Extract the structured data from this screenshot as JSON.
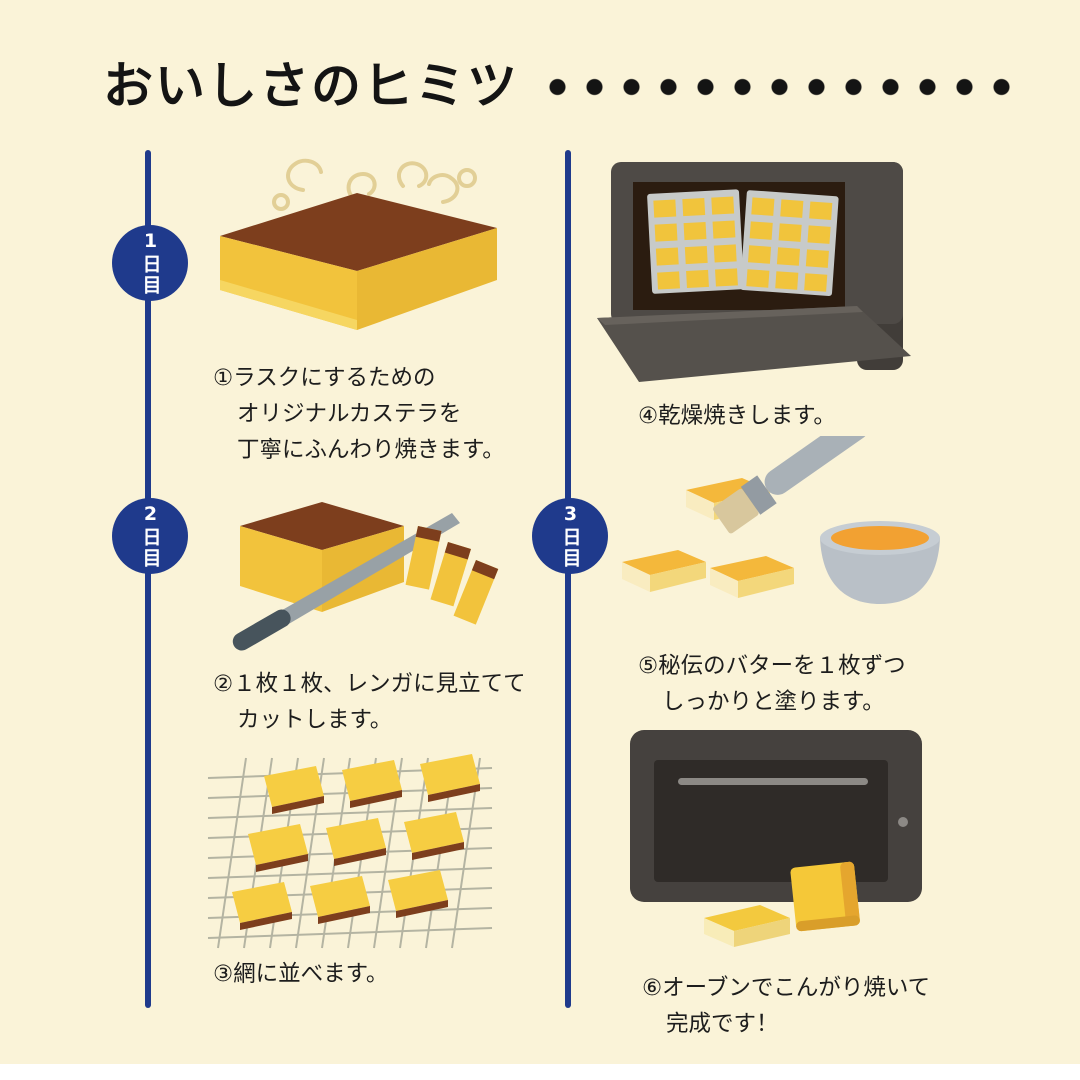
{
  "page": {
    "title": "おいしさのヒミツ",
    "title_dots": "・・・・・・・・・・・・・"
  },
  "days": [
    {
      "label": "1日目"
    },
    {
      "label": "2日目"
    },
    {
      "label": "3日目"
    }
  ],
  "steps": [
    {
      "illustration": "baked-castella-with-steam",
      "lines": [
        "①ラスクにするための",
        "オリジナルカステラを",
        "丁寧にふんわり焼きます。"
      ]
    },
    {
      "illustration": "castella-sliced-with-knife",
      "lines": [
        "②１枚１枚、レンガに見立てて",
        "カットします。"
      ]
    },
    {
      "illustration": "slices-on-wire-rack",
      "lines": [
        "③網に並べます。"
      ]
    },
    {
      "illustration": "oven-dry-baking-trays",
      "lines": [
        "④乾燥焼きします。"
      ]
    },
    {
      "illustration": "butter-brushing-with-bowl",
      "lines": [
        "⑤秘伝のバターを１枚ずつ",
        "しっかりと塗ります。"
      ]
    },
    {
      "illustration": "oven-final-bake-finished-rusk",
      "lines": [
        "⑥オーブンでこんがり焼いて",
        "完成です！"
      ]
    }
  ],
  "colors": {
    "background": "#faf3d8",
    "timeline_blue": "#1f3a8c",
    "text_black": "#1d1d1d",
    "castella_yellow": "#f2c33c",
    "castella_crust_brown": "#7d3e1d",
    "butter_orange": "#f2a132",
    "oven_gray": "#4e4a46",
    "steam_beige": "#e2cf96"
  }
}
